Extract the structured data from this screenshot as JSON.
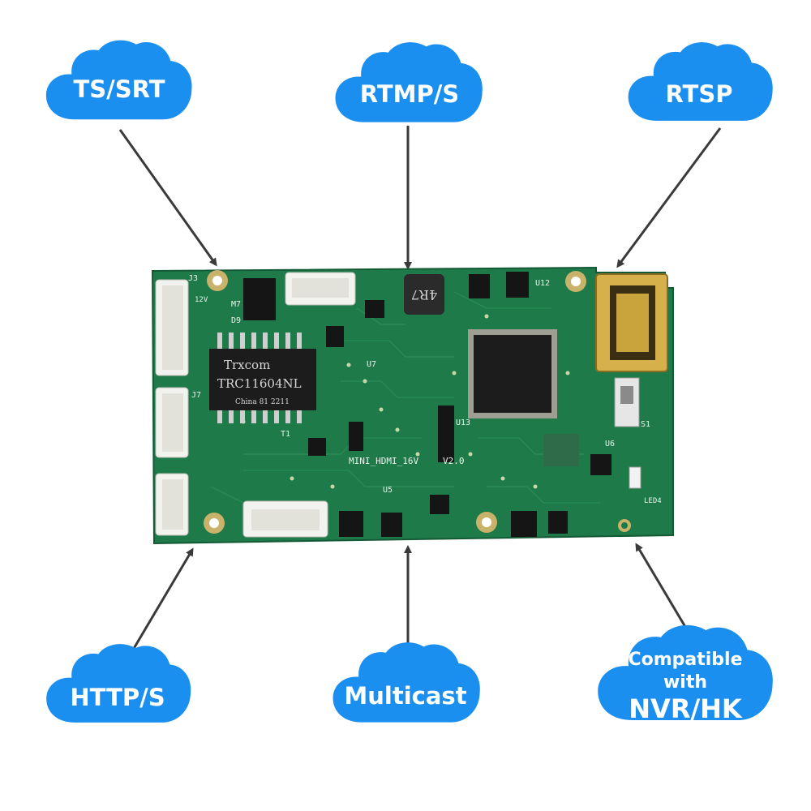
{
  "diagram": {
    "protocols": {
      "ts_srt": "TS/SRT",
      "rtmp_s": "RTMP/S",
      "rtsp": "RTSP",
      "http_s": "HTTP/S",
      "multicast": "Multicast",
      "compatible_line1": "Compatible",
      "compatible_line2": "with",
      "compatible_line3": "NVR/HK"
    },
    "board": {
      "magnetics_brand": "Trxcom",
      "magnetics_part": "TRC11604NL",
      "magnetics_origin": "China  81  2211",
      "inductor_mark": "4R7",
      "board_name": "MINI_HDMI_16V",
      "board_version": "V2.0",
      "silk_j3": "J3",
      "silk_d9": "D9",
      "silk_m7": "M7",
      "silk_j7": "J7",
      "silk_t1": "T1",
      "silk_u7": "U7",
      "silk_u12": "U12",
      "silk_u13": "U13",
      "silk_u5": "U5",
      "silk_u6": "U6",
      "silk_s1": "S1",
      "silk_led4": "LED4",
      "silk_12v": "12V"
    },
    "colors": {
      "cloud": "#1a8ff0",
      "pcb": "#1f7a4a",
      "arrow": "#3a3a3a"
    }
  }
}
